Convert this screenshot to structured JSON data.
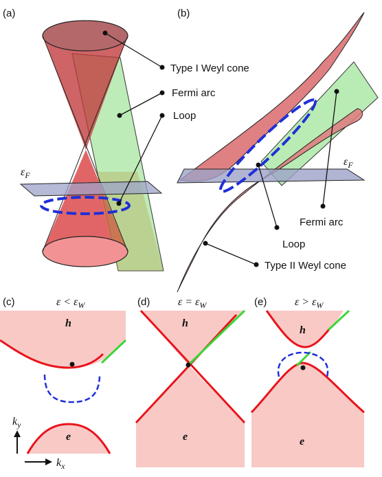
{
  "panels": {
    "a": "(a)",
    "b": "(b)",
    "c": "(c)",
    "d": "(d)",
    "e": "(e)"
  },
  "labels_a": {
    "type1": "Type I Weyl cone",
    "fermi_arc": "Fermi arc",
    "loop": "Loop",
    "ef": "εF"
  },
  "labels_b": {
    "type2": "Type II Weyl cone",
    "fermi_arc": "Fermi arc",
    "loop": "Loop",
    "ef": "εF"
  },
  "conditions": {
    "c": "ε < εW",
    "d": "ε = εW",
    "e": "ε > εW"
  },
  "bands": {
    "hole": "h",
    "electron": "e"
  },
  "axes": {
    "ky": "ky",
    "kx": "kx"
  },
  "colors": {
    "cone_red": "#c0393b",
    "band_red": "#e8141c",
    "fill_pink": "#f9c9c6",
    "arc_green": "#a8e6a1",
    "arc_line": "#38d838",
    "loop_blue": "#1f2fd8",
    "plane": "#9ea3c8"
  }
}
